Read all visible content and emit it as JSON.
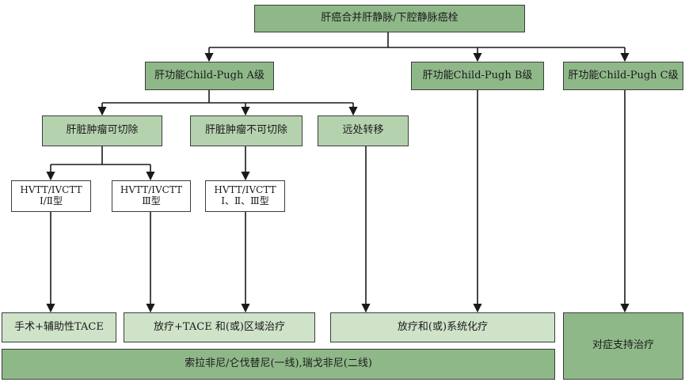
{
  "root": "肝癌合并肝静脉/下腔静脉癌栓",
  "child_pugh": {
    "a": "肝功能Child-Pugh A级",
    "b": "肝功能Child-Pugh B级",
    "c": "肝功能Child-Pugh C级"
  },
  "tumor": {
    "resectable": "肝脏肿瘤可切除",
    "unresectable": "肝脏肿瘤不可切除",
    "metastasis": "远处转移"
  },
  "types": {
    "t12_line1": "HVTT/IVCTT",
    "t12_line2": "Ⅰ/Ⅱ型",
    "t3_line1": "HVTT/IVCTT",
    "t3_line2": "Ⅲ型",
    "tall_line1": "HVTT/IVCTT",
    "tall_line2": "Ⅰ、Ⅱ、Ⅲ型"
  },
  "treatments": {
    "surgery": "手术+辅助性TACE",
    "radio_tace": "放疗+TACE 和(或)区域治疗",
    "radio_systemic": "放疗和(或)系统化疗",
    "supportive": "对症支持治疗",
    "targeted": "索拉非尼/仑伐替尼(一线),瑞戈非尼(二线)"
  }
}
